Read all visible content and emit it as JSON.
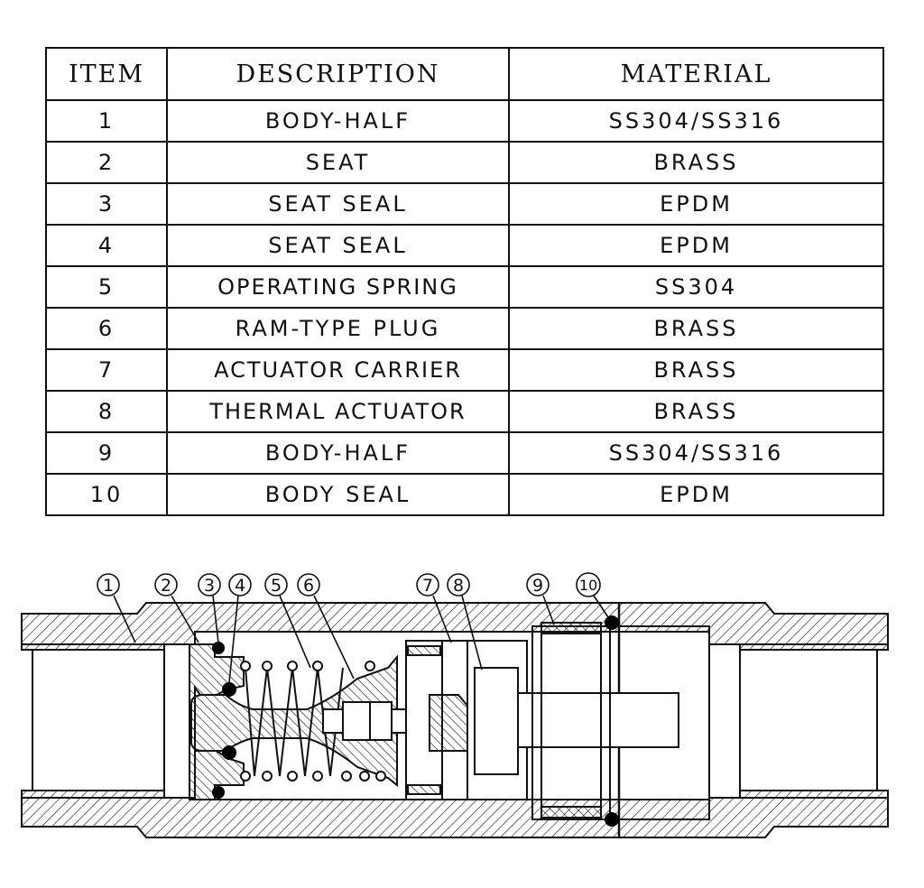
{
  "bom_table": {
    "headers": {
      "item": "ITEM",
      "description": "DESCRIPTION",
      "material": "MATERIAL"
    },
    "rows": [
      {
        "item": "1",
        "description": "BODY-HALF",
        "material": "SS304/SS316"
      },
      {
        "item": "2",
        "description": "SEAT",
        "material": "BRASS"
      },
      {
        "item": "3",
        "description": "SEAT SEAL",
        "material": "EPDM"
      },
      {
        "item": "4",
        "description": "SEAT SEAL",
        "material": "EPDM"
      },
      {
        "item": "5",
        "description": "OPERATING SPRING",
        "material": "SS304"
      },
      {
        "item": "6",
        "description": "RAM-TYPE PLUG",
        "material": "BRASS"
      },
      {
        "item": "7",
        "description": "ACTUATOR CARRIER",
        "material": "BRASS"
      },
      {
        "item": "8",
        "description": "THERMAL ACTUATOR",
        "material": "BRASS"
      },
      {
        "item": "9",
        "description": "BODY-HALF",
        "material": "SS304/SS316"
      },
      {
        "item": "10",
        "description": "BODY SEAL",
        "material": "EPDM"
      }
    ]
  },
  "drawing": {
    "callouts": [
      "1",
      "2",
      "3",
      "4",
      "5",
      "6",
      "7",
      "8",
      "9",
      "10"
    ],
    "line_color": "#111111",
    "seal_color": "#000000"
  }
}
